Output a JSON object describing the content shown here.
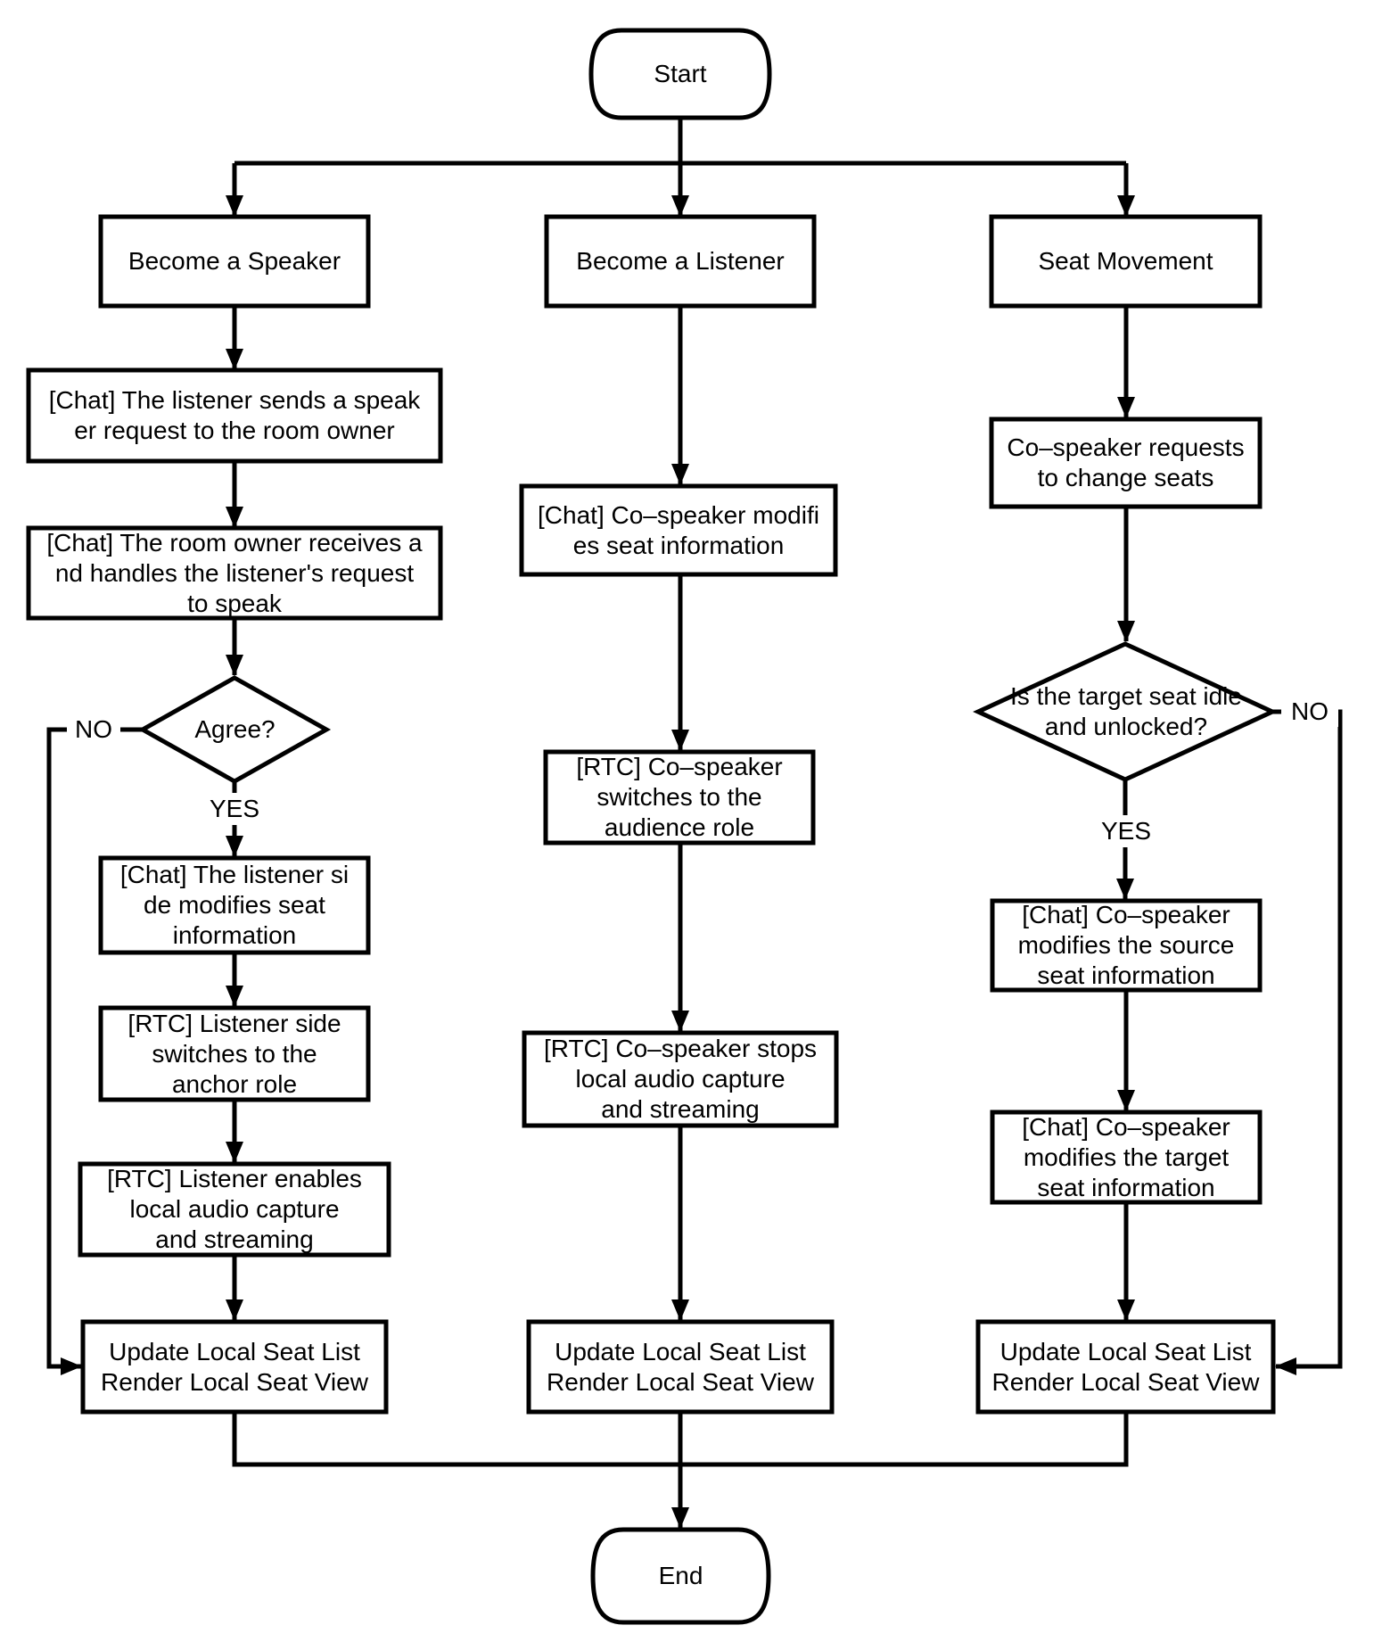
{
  "flowchart": {
    "start_label": "Start",
    "end_label": "End",
    "speaker_branch": {
      "header": "Become a Speaker",
      "send_request": "[Chat] The listener sends a speak\ner request to the room owner",
      "handle_request": "[Chat] The room owner receives a\nnd handles the listener's request\nto speak",
      "decision": "Agree?",
      "yes_label": "YES",
      "no_label": "NO",
      "modify_seat": "[Chat] The listener si\nde modifies seat\ninformation",
      "switch_role": "[RTC] Listener side\nswitches to the\nanchor role",
      "enable_audio": "[RTC] Listener enables\nlocal audio capture\nand streaming",
      "update": "Update Local Seat List\nRender Local Seat View"
    },
    "listener_branch": {
      "header": "Become a Listener",
      "modify_seat": "[Chat] Co–speaker modifi\nes seat information",
      "switch_role": "[RTC] Co–speaker\nswitches to the\naudience role",
      "stop_audio": "[RTC] Co–speaker stops\nlocal audio capture\nand streaming",
      "update": "Update Local Seat List\nRender Local Seat View"
    },
    "seat_branch": {
      "header": "Seat Movement",
      "request_change": "Co–speaker requests\nto change seats",
      "decision": "Is the target seat idle\nand unlocked?",
      "yes_label": "YES",
      "no_label": "NO",
      "modify_source": "[Chat] Co–speaker\nmodifies the source\nseat information",
      "modify_target": "[Chat] Co–speaker\nmodifies the target\nseat information",
      "update": "Update Local Seat List\nRender Local Seat View"
    },
    "colors": {
      "stroke": "#000000",
      "background": "#ffffff"
    }
  }
}
